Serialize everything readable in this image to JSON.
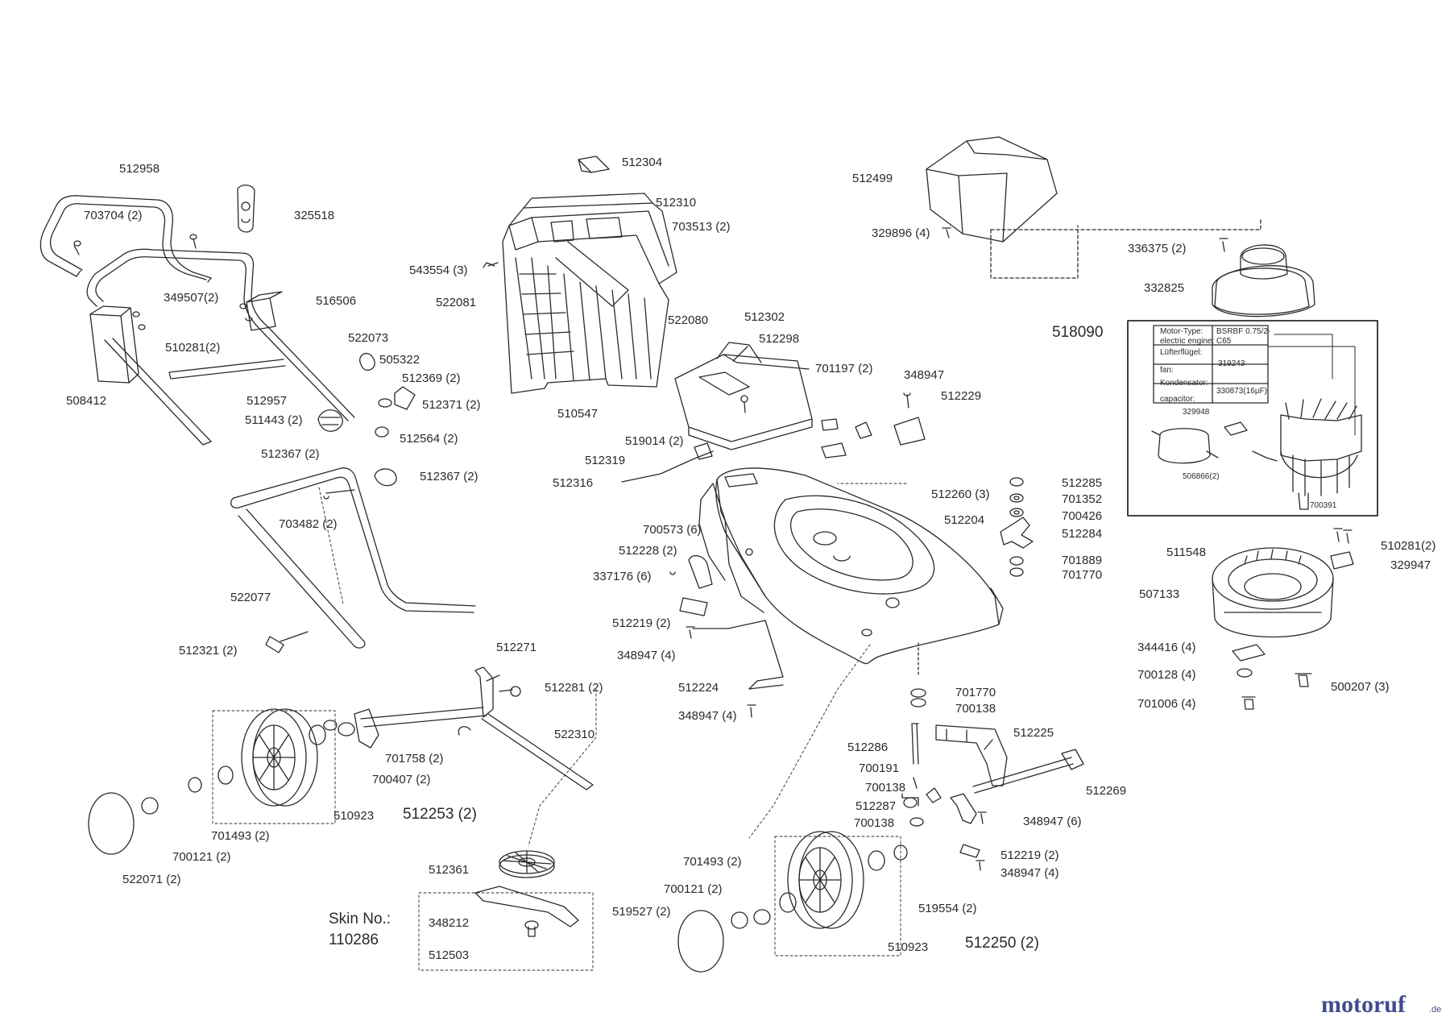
{
  "labels": {
    "l512958": "512958",
    "l703704": "703704 (2)",
    "l325518": "325518",
    "l349507": "349507(2)",
    "l516506": "516506",
    "l510281a": "510281(2)",
    "l508412": "508412",
    "l522073": "522073",
    "l505322": "505322",
    "l512369": "512369 (2)",
    "l512371": "512371 (2)",
    "l512957": "512957",
    "l511443": "511443 (2)",
    "l512564": "512564 (2)",
    "l512367a": "512367 (2)",
    "l512367b": "512367 (2)",
    "l703482": "703482 (2)",
    "l522077": "522077",
    "l512321": "512321 (2)",
    "l512304": "512304",
    "l512310": "512310",
    "l703513": "703513 (2)",
    "l543554": "543554 (3)",
    "l522081": "522081",
    "l522080": "522080",
    "l510547": "510547",
    "l512302": "512302",
    "l512298": "512298",
    "l701197": "701197 (2)",
    "l348947a": "348947",
    "l512229": "512229",
    "l519014": "519014 (2)",
    "l512319": "512319",
    "l512316": "512316",
    "l512260": "512260 (3)",
    "l512204": "512204",
    "l700573": "700573 (6)",
    "l512228": "512228 (2)",
    "l337176": "337176 (6)",
    "l512219a": "512219 (2)",
    "l348947b": "348947 (4)",
    "l512224": "512224",
    "l348947c": "348947 (4)",
    "l512499": "512499",
    "l329896": "329896 (4)",
    "l336375": "336375 (2)",
    "l332825": "332825",
    "l518090": "518090",
    "l512285": "512285",
    "l701352": "701352",
    "l700426": "700426",
    "l512284": "512284",
    "l701889": "701889",
    "l701770a": "701770",
    "l510281b": "510281(2)",
    "l511548": "511548",
    "l329947": "329947",
    "l507133": "507133",
    "l344416": "344416 (4)",
    "l700128": "700128 (4)",
    "l500207": "500207 (3)",
    "l701006": "701006 (4)",
    "l701770b": "701770",
    "l700138a": "700138",
    "l512225": "512225",
    "l512286": "512286",
    "l700191": "700191",
    "l700138b": "700138",
    "l512287": "512287",
    "l700138c": "700138",
    "l512269": "512269",
    "l348947d": "348947 (6)",
    "l512219b": "512219 (2)",
    "l348947e": "348947 (4)",
    "l512271": "512271",
    "l512281": "512281 (2)",
    "l522310": "522310",
    "l701758": "701758 (2)",
    "l700407": "700407 (2)",
    "l510923a": "510923",
    "l512253": "512253 (2)",
    "l701493a": "701493 (2)",
    "l700121a": "700121 (2)",
    "l522071": "522071 (2)",
    "l512361": "512361",
    "l348212": "348212",
    "l512503": "512503",
    "l_skin": "Skin No.:",
    "l_skinno": "110286",
    "l701493b": "701493 (2)",
    "l700121b": "700121 (2)",
    "l519527": "519527  (2)",
    "l510923b": "510923",
    "l512250": "512250 (2)",
    "l519554": "519554 (2)",
    "l329948": "329948",
    "l506866": "506866(2)",
    "l700391": "700391"
  },
  "motor_table": {
    "r1c1": "Motor-Type:",
    "r1c2": "electric engine:",
    "r1v1": "BSRBF 0.75/2-",
    "r1v2": "C65",
    "r2c1": "Lüfterflügel:",
    "r2c2": "fan:",
    "r2v": "319243",
    "r3c1": "Kondensator:",
    "r3c2": "capacitor:",
    "r3v": "330873(16µF)"
  },
  "watermark": {
    "brand": "motoruf",
    "tld": ".de",
    "brand_color": "#3f4c8f",
    "accent_color": "#d4822a"
  }
}
